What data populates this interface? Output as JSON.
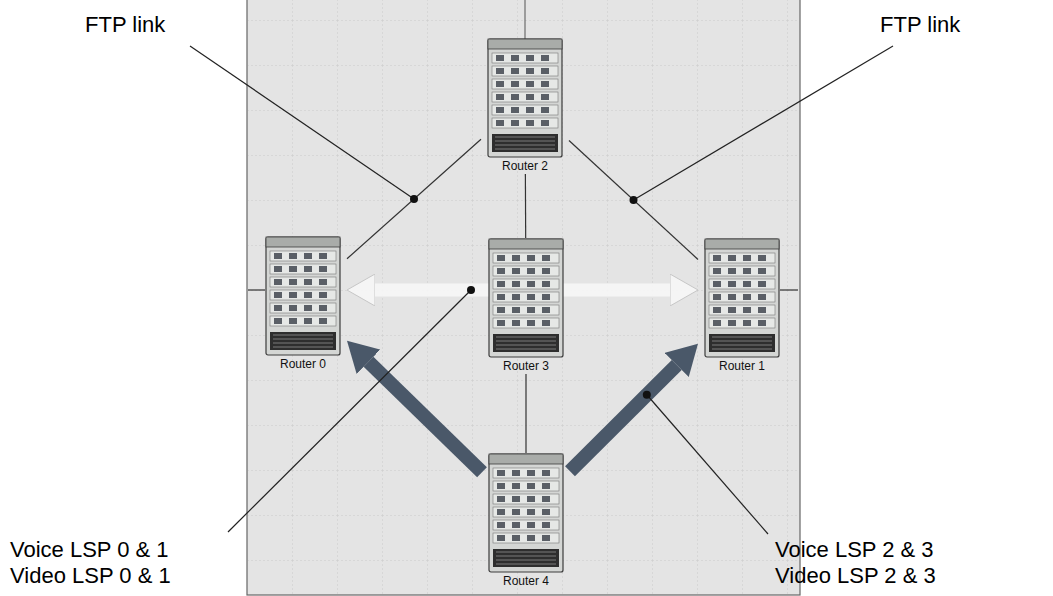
{
  "diagram": {
    "nodes": [
      {
        "text": [
          "Router 2"
        ]
      },
      {
        "text": [
          "Router 0"
        ]
      },
      {
        "text": [
          "Router 3"
        ]
      },
      {
        "text": [
          "Router 1"
        ]
      },
      {
        "text": [
          "Router 4"
        ]
      }
    ],
    "edges": [
      {
        "from": 1,
        "to": 0,
        "arrow": "none"
      },
      {
        "from": 0,
        "to": 3,
        "arrow": "none"
      },
      {
        "from": 0,
        "to": 2,
        "arrow": "none"
      },
      {
        "from": 2,
        "to": 4,
        "arrow": "none"
      },
      {
        "from": 1,
        "to": 3,
        "arrow": "both"
      },
      {
        "from": 4,
        "to": 1,
        "arrow": "to"
      },
      {
        "from": 4,
        "to": 3,
        "arrow": "to"
      }
    ],
    "labels": [
      "FTP link",
      "FTP link",
      "Voice LSP 0 & 1",
      "Video LSP 0 & 1",
      "Voice LSP 2 & 3",
      "Video LSP 2 & 3"
    ]
  }
}
